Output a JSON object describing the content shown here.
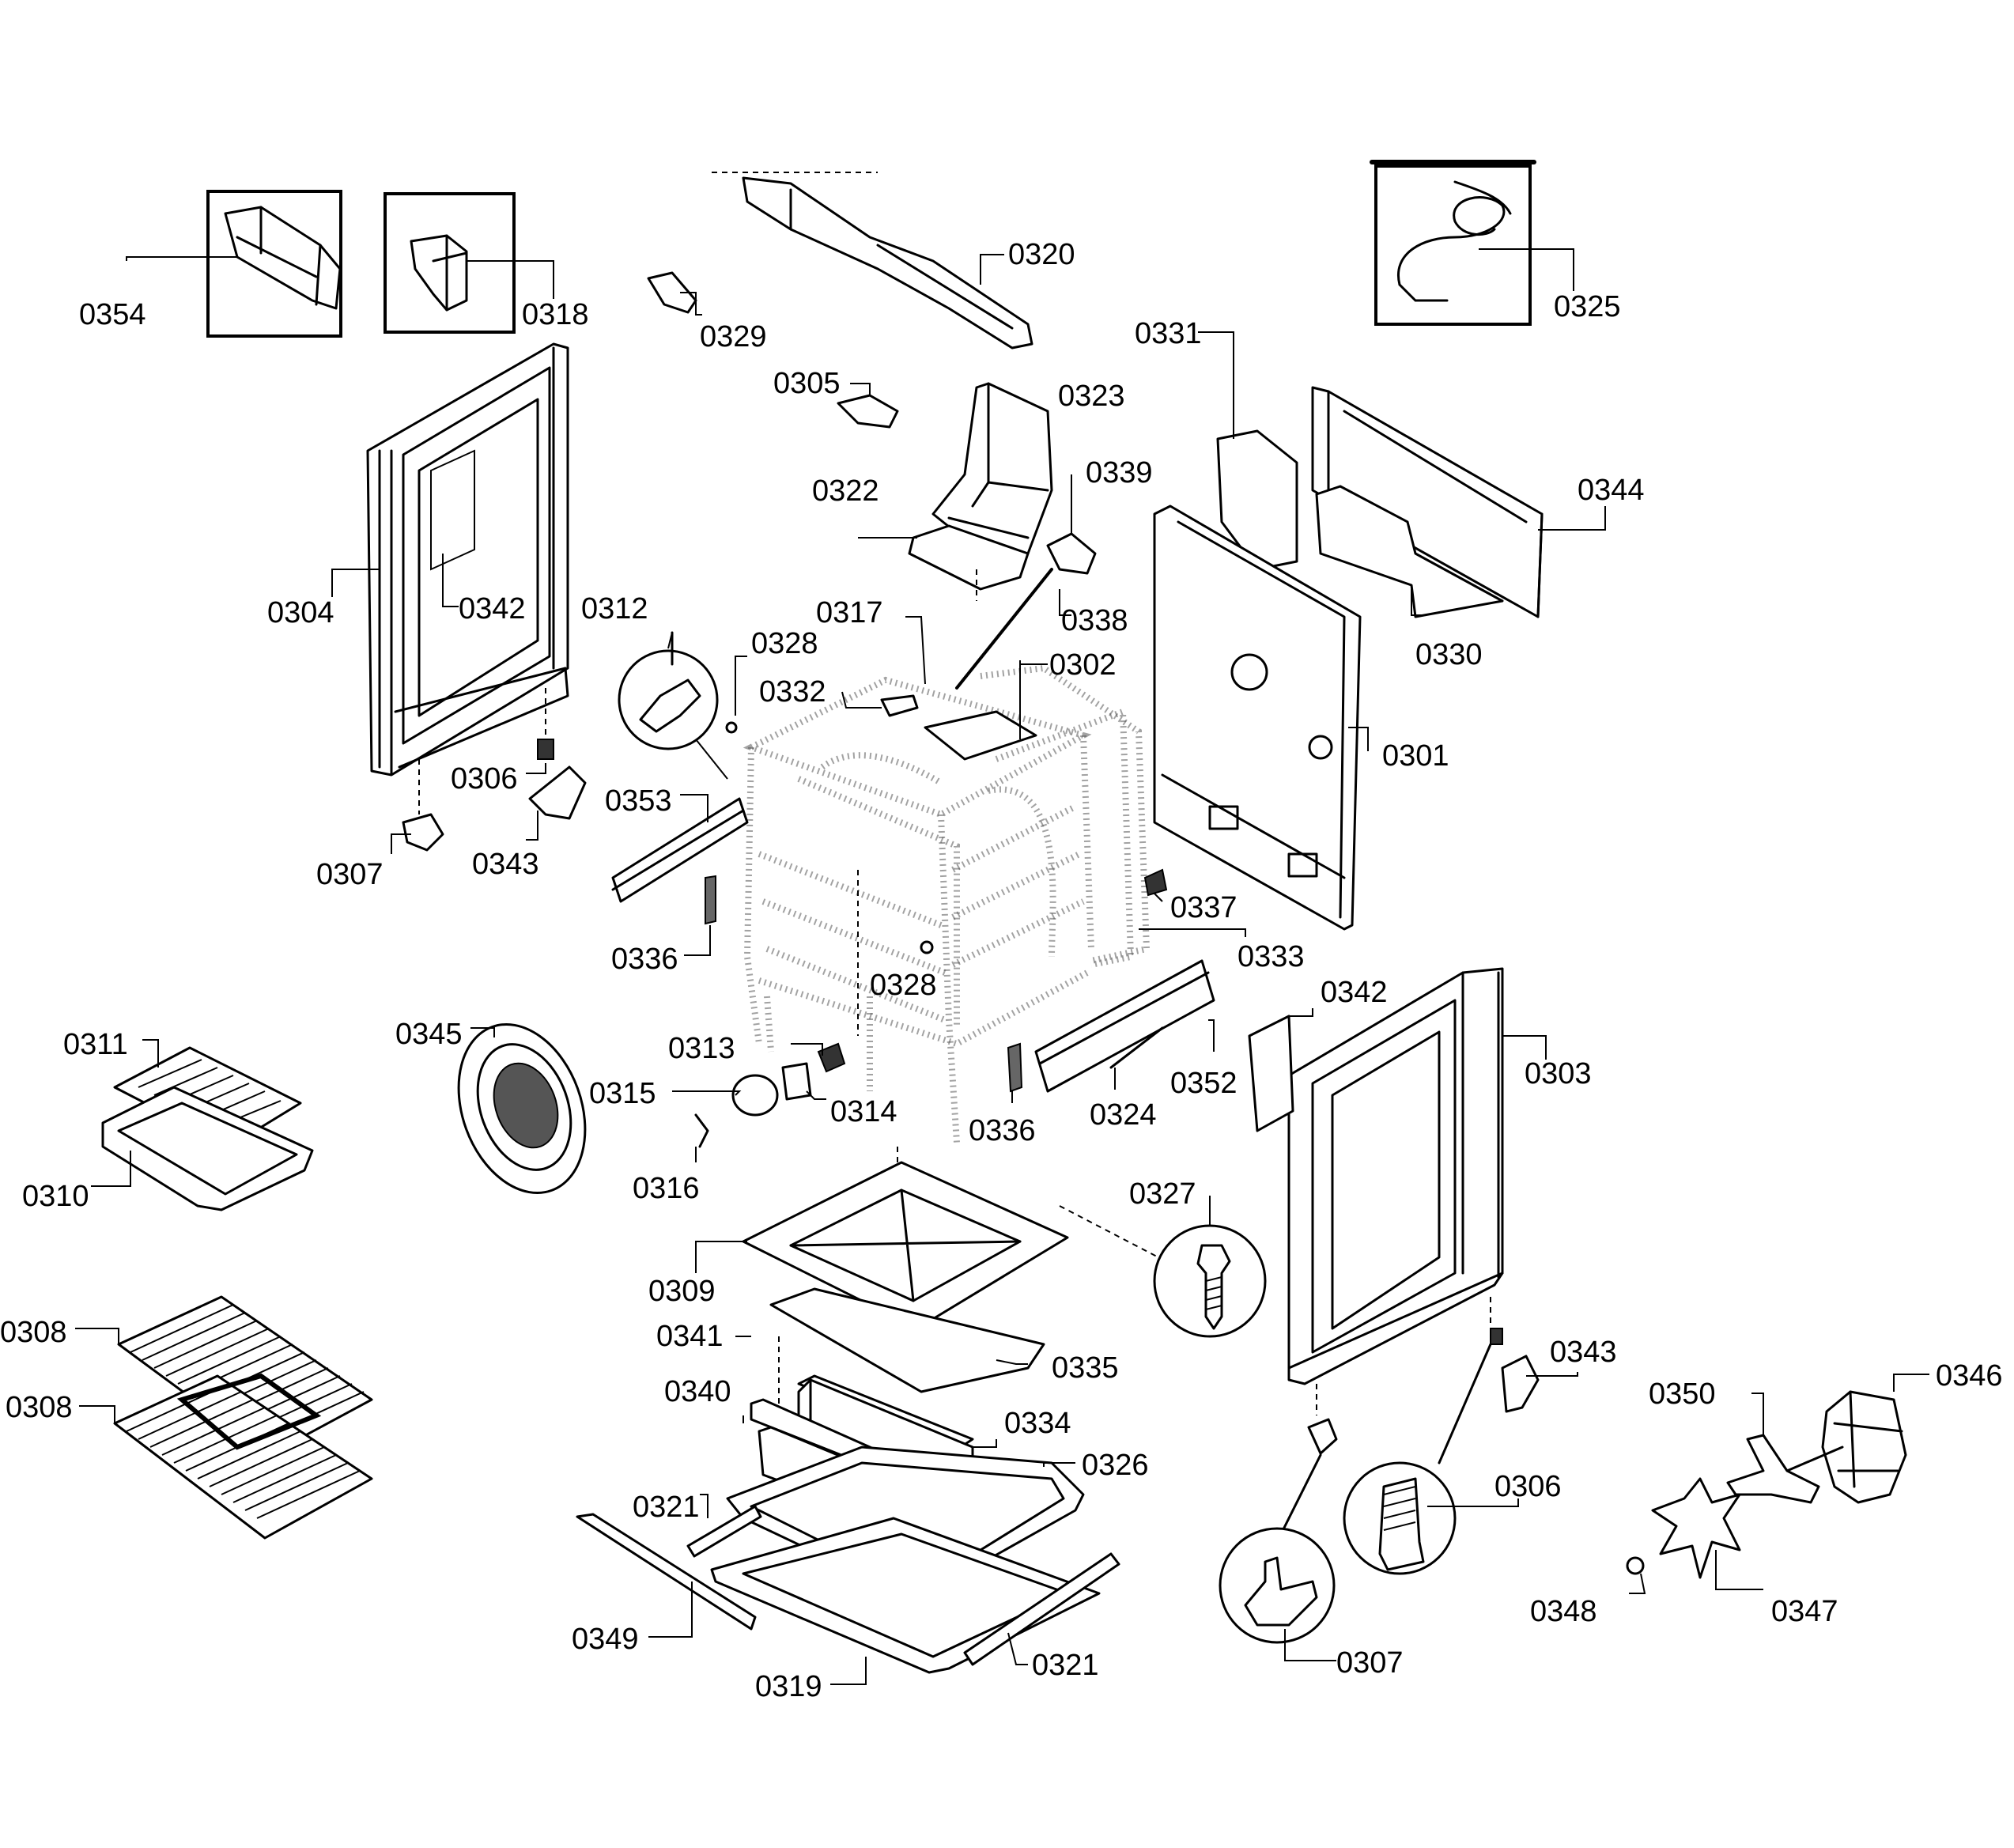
{
  "diagram": {
    "labels": {
      "l0354": "0354",
      "l0318": "0318",
      "l0329": "0329",
      "l0320": "0320",
      "l0325": "0325",
      "l0331": "0331",
      "l0344": "0344",
      "l0305": "0305",
      "l0323": "0323",
      "l0322": "0322",
      "l0339": "0339",
      "l0338": "0338",
      "l0304": "0304",
      "l0342a": "0342",
      "l0312": "0312",
      "l0328a": "0328",
      "l0317": "0317",
      "l0332": "0332",
      "l0302": "0302",
      "l0330": "0330",
      "l0301": "0301",
      "l0306a": "0306",
      "l0353": "0353",
      "l0307a": "0307",
      "l0343a": "0343",
      "l0337": "0337",
      "l0336a": "0336",
      "l0333": "0333",
      "l0328b": "0328",
      "l0342b": "0342",
      "l0311": "0311",
      "l0345": "0345",
      "l0313": "0313",
      "l0315": "0315",
      "l0314": "0314",
      "l0352": "0352",
      "l0303": "0303",
      "l0336b": "0336",
      "l0324": "0324",
      "l0310": "0310",
      "l0316": "0316",
      "l0327": "0327",
      "l0309": "0309",
      "l0308a": "0308",
      "l0341": "0341",
      "l0335": "0335",
      "l0343b": "0343",
      "l0350": "0350",
      "l0346": "0346",
      "l0308b": "0308",
      "l0340": "0340",
      "l0334": "0334",
      "l0326": "0326",
      "l0306b": "0306",
      "l0321a": "0321",
      "l0348": "0348",
      "l0347": "0347",
      "l0349": "0349",
      "l0321b": "0321",
      "l0307b": "0307",
      "l0319": "0319"
    }
  }
}
